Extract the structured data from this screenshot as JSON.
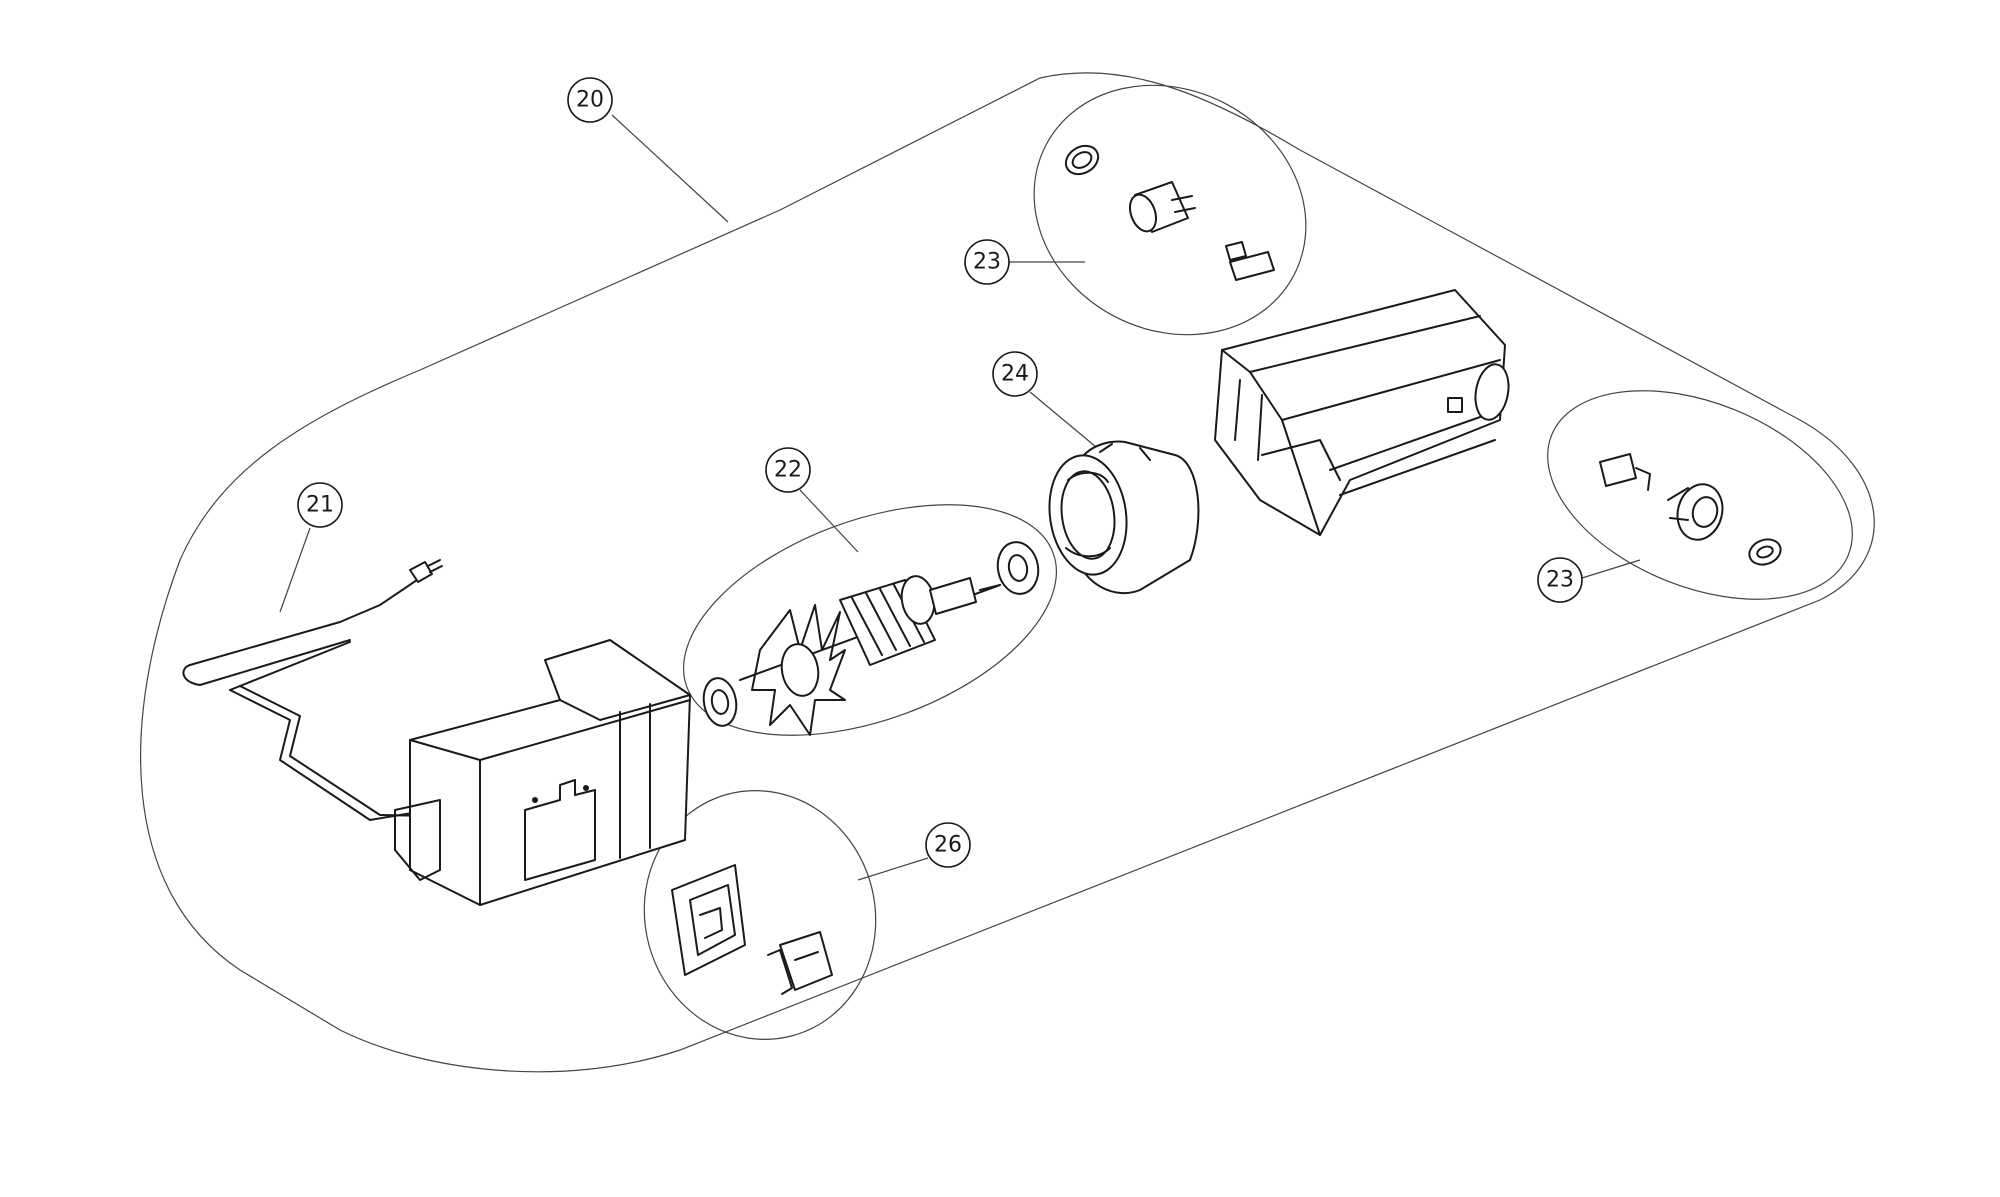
{
  "callouts": {
    "c20": "20",
    "c21": "21",
    "c22": "22",
    "c23a": "23",
    "c23b": "23",
    "c24": "24",
    "c26": "26"
  }
}
